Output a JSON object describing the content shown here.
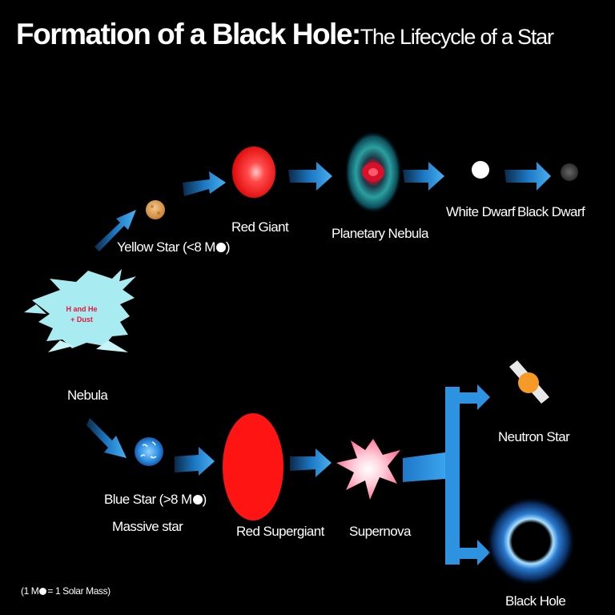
{
  "title": {
    "main": "Formation of a Black Hole:",
    "subtitle": "The Lifecycle of a Star"
  },
  "nebula": {
    "label": "Nebula",
    "inner_line1": "H and He",
    "inner_line2": "+ Dust"
  },
  "low_mass_path": {
    "yellow_star": {
      "label": "Yellow Star (<8 M",
      "suffix": ")"
    },
    "red_giant": "Red Giant",
    "planetary_nebula": "Planetary Nebula",
    "white_dwarf": "White Dwarf",
    "black_dwarf": "Black Dwarf"
  },
  "high_mass_path": {
    "blue_star": {
      "label": "Blue Star (>8 M",
      "suffix": ")",
      "sublabel": "Massive star"
    },
    "red_supergiant": "Red Supergiant",
    "supernova": "Supernova",
    "neutron_star": "Neutron Star",
    "black_hole": "Black Hole"
  },
  "footnote": {
    "prefix": "(1 M",
    "suffix": "= 1 Solar Mass)"
  },
  "colors": {
    "background": "#000000",
    "arrow": "#2b8fd8",
    "red_star": "#ff1a1a",
    "nebula_cloud": "#a8ecf2",
    "neutron_star": "#f59a26"
  }
}
